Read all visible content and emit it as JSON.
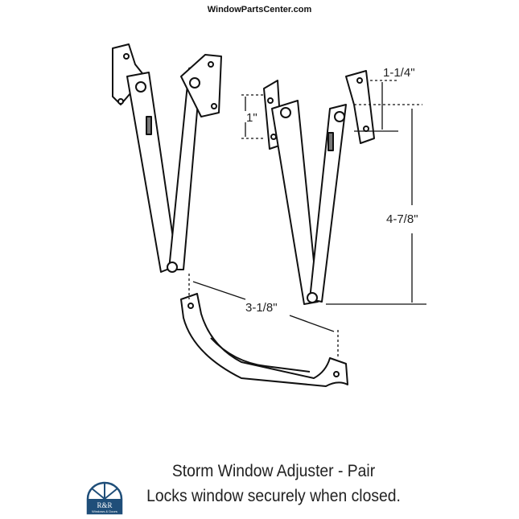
{
  "header": {
    "site": "WindowPartsCenter.com"
  },
  "dimensions": {
    "top_offset": "1-1/4\"",
    "plate": "1\"",
    "length": "4-7/8\"",
    "width": "3-1/8\""
  },
  "caption": {
    "title": "Storm Window Adjuster - Pair",
    "description": "Locks window securely when closed."
  },
  "logo": {
    "text": "R&R",
    "subtext": "Windows & Doors",
    "color": "#1f4e79"
  }
}
